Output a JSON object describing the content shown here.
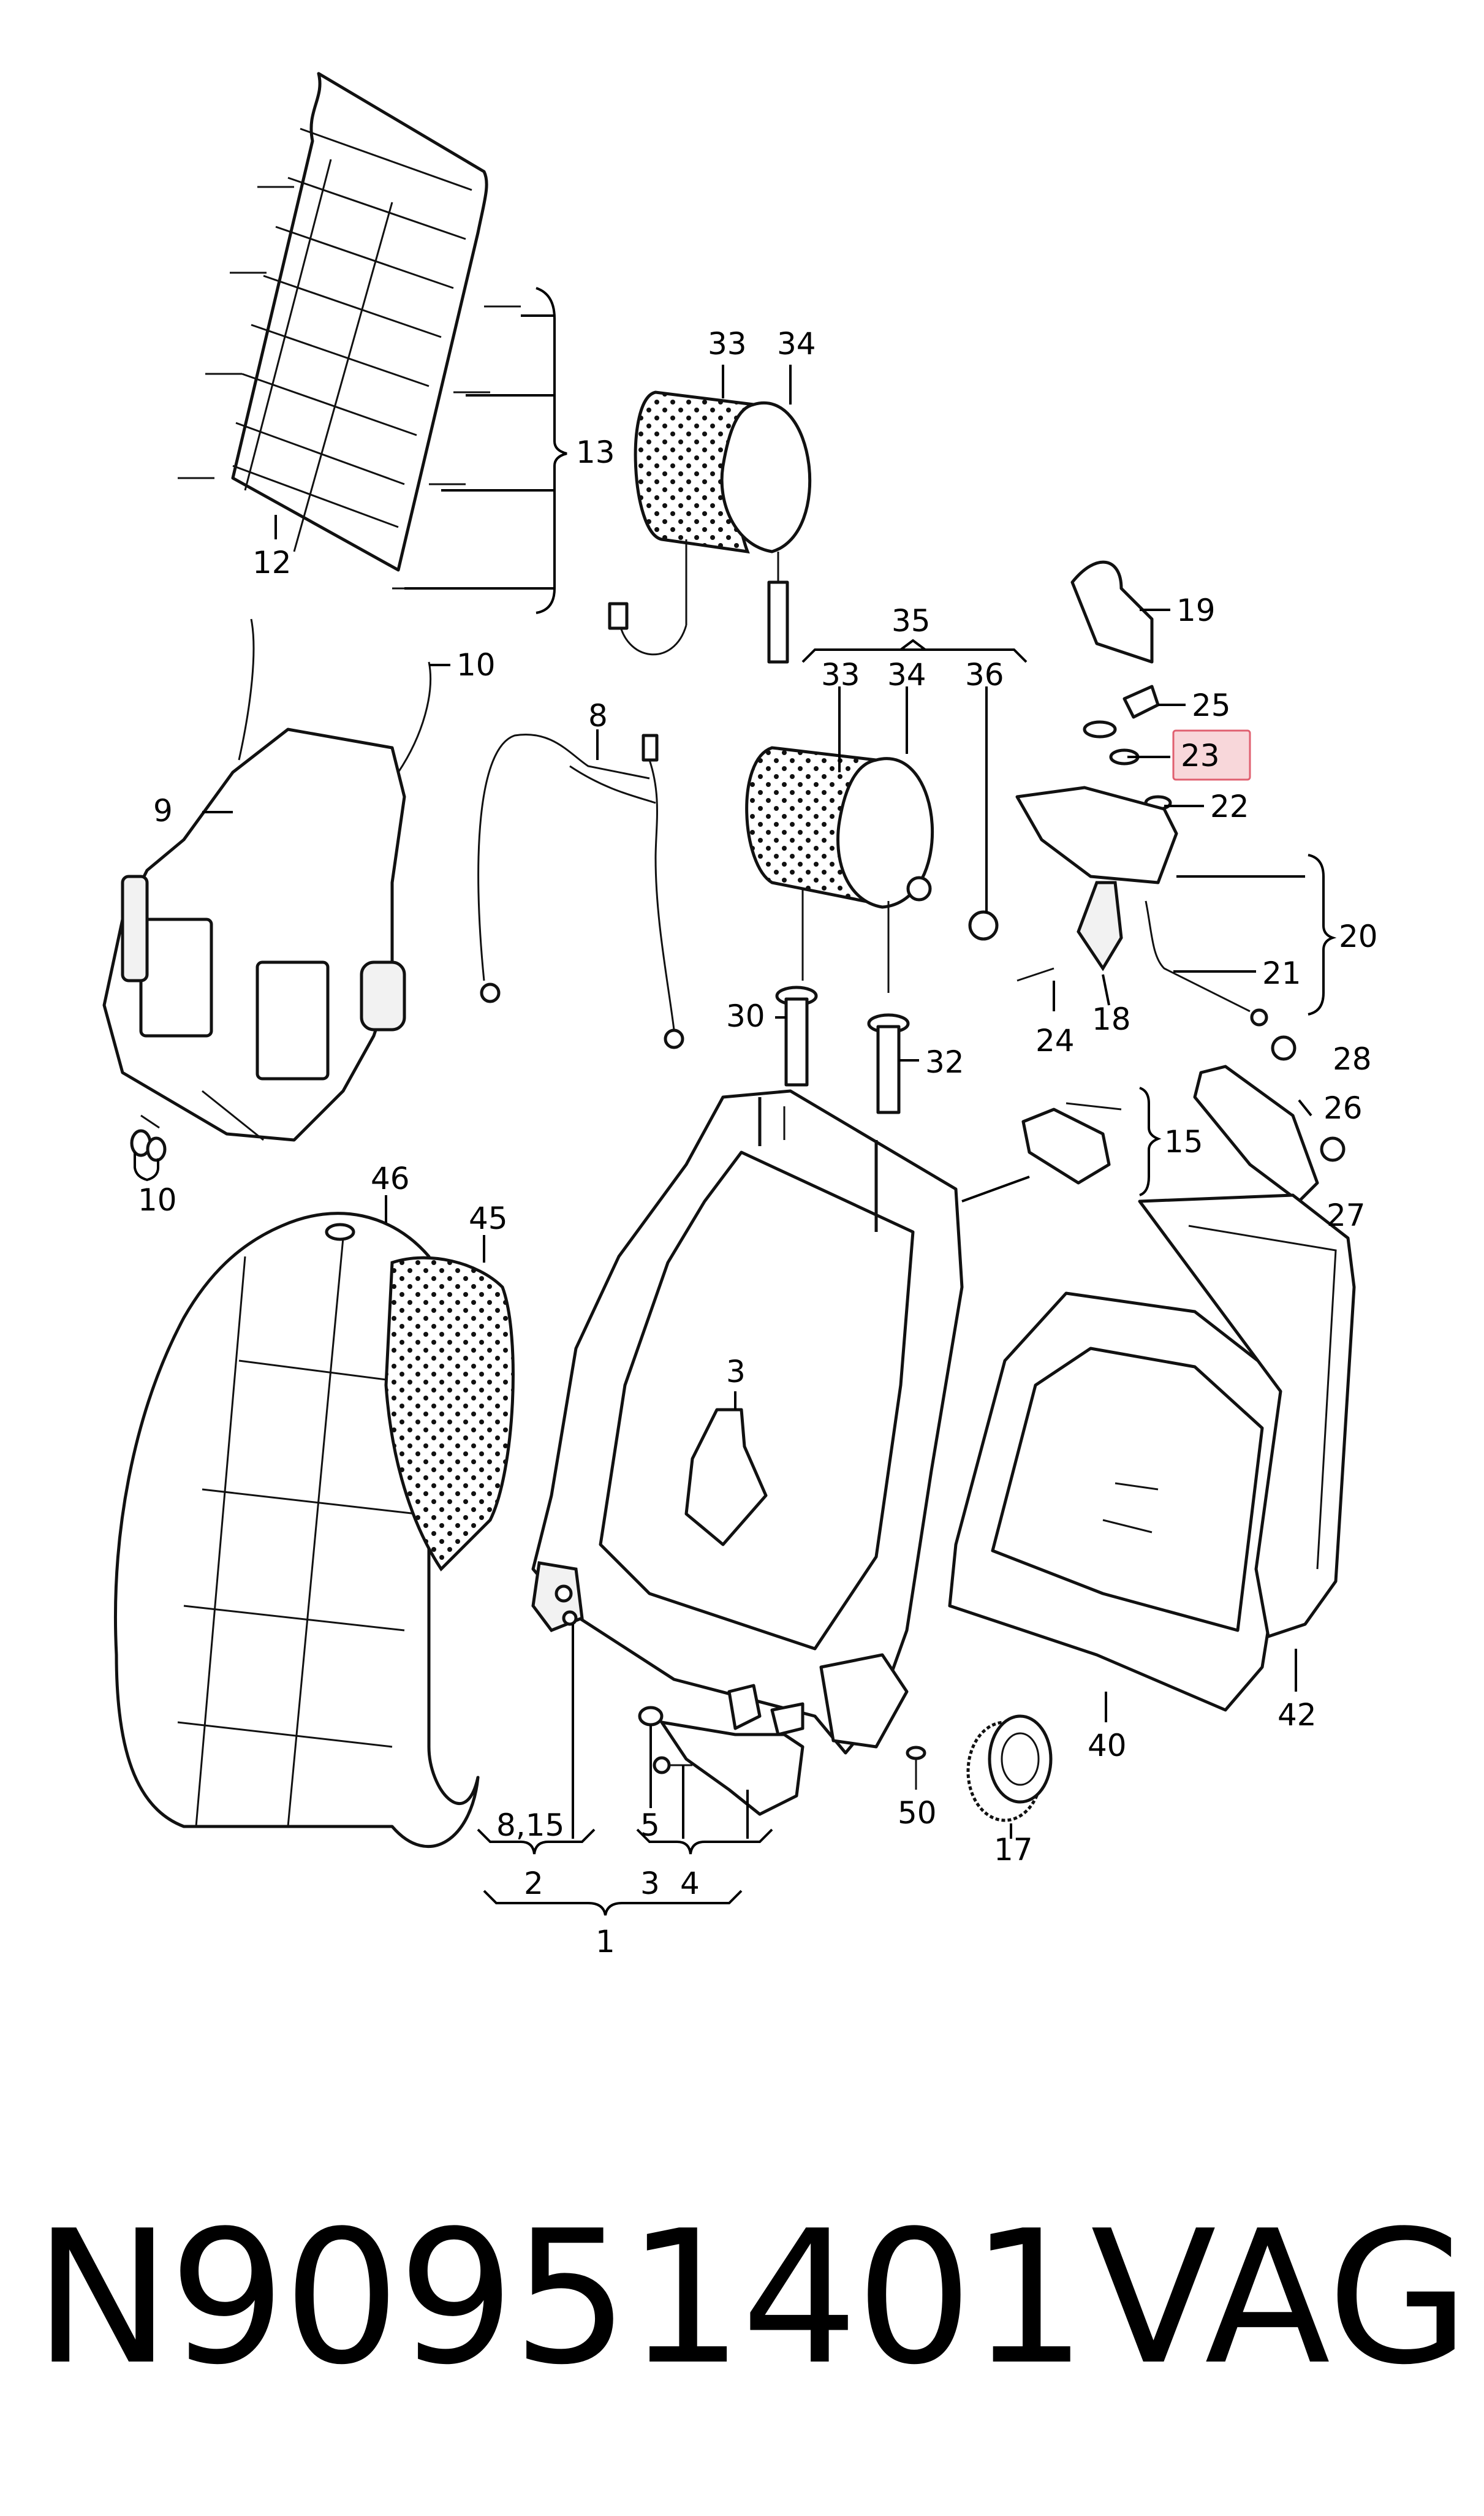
{
  "diagram": {
    "highlight_color": "#f8d7da",
    "highlight_border": "#e06070",
    "callouts": {
      "c33a": "33",
      "c34a": "34",
      "c13": "13",
      "c12": "12",
      "c19": "19",
      "c25": "25",
      "c23": "23",
      "c22": "22",
      "c35": "35",
      "c33b": "33",
      "c34b": "34",
      "c36": "36",
      "c10a": "10",
      "c8": "8",
      "c9": "9",
      "c20": "20",
      "c21": "21",
      "c18": "18",
      "c24": "24",
      "c30": "30",
      "c32": "32",
      "c28": "28",
      "c26": "26",
      "c15": "15",
      "c10b": "10",
      "c27": "27",
      "c46": "46",
      "c45": "45",
      "c3": "3",
      "c40": "40",
      "c42": "42",
      "c5": "5",
      "c50": "50",
      "c17": "17",
      "g815": "8,15",
      "g2": "2",
      "g3": "3",
      "g4": "4",
      "g1": "1"
    },
    "highlighted_callout": "23"
  },
  "footer": {
    "part_number": "N90951401",
    "brand": "VAG"
  }
}
